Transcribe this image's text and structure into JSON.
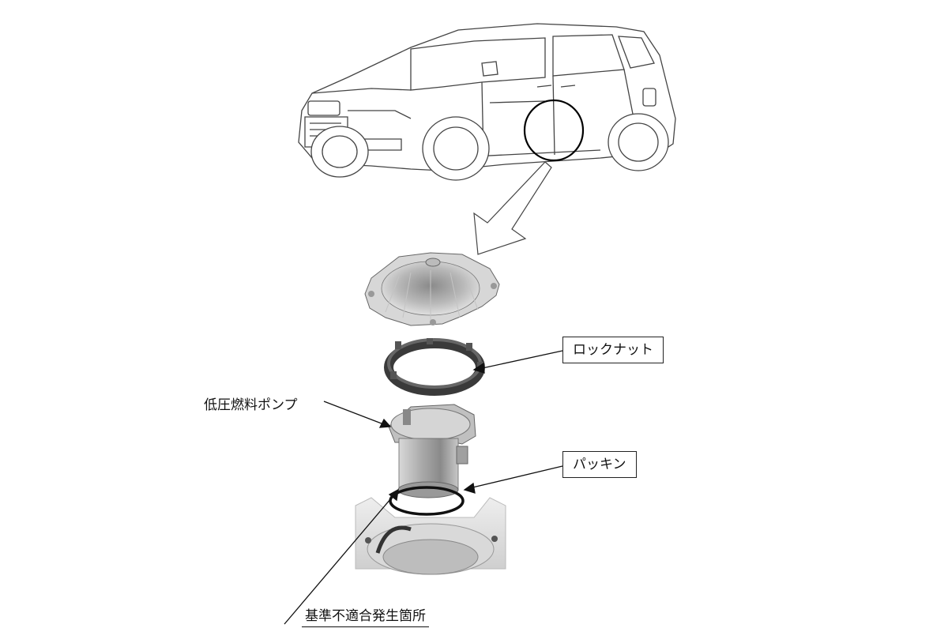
{
  "labels": {
    "lock_nut": "ロックナット",
    "low_pressure_fuel_pump": "低圧燃料ポンプ",
    "packing": "パッキン",
    "nonconformity_location": "基準不適合発生箇所"
  },
  "colors": {
    "line": "#333333",
    "part_gray": "#9a9a9a",
    "ring_dark": "#3a3a3a",
    "highlight_circle": "#000000"
  }
}
